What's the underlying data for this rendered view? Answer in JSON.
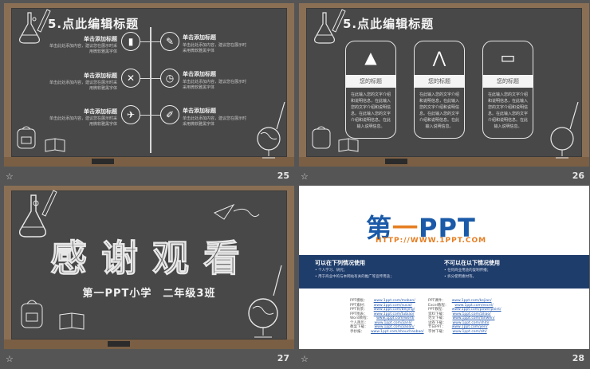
{
  "slides": [
    {
      "number": "25",
      "title": "5.点此编辑标题",
      "items": [
        {
          "heading": "单击添加标题",
          "desc": "单击此处添加内容，建议您在展示时采用微软雅黑字体"
        },
        {
          "heading": "单击添加标题",
          "desc": "单击此处添加内容，建议您在展示时采用微软雅黑字体"
        },
        {
          "heading": "单击添加标题",
          "desc": "单击此处添加内容，建议您在展示时采用微软雅黑字体"
        },
        {
          "heading": "单击添加标题",
          "desc": "单击此处添加内容，建议您在展示时采用微软雅黑字体"
        },
        {
          "heading": "单击添加标题",
          "desc": "单击此处添加内容，建议您在展示时采用微软雅黑字体"
        },
        {
          "heading": "单击添加标题",
          "desc": "单击此处添加内容，建议您在展示时采用微软雅黑字体"
        }
      ],
      "left_text": [
        "单击此处添加内容",
        "单击此处添加内容",
        "单击此处添加内容"
      ]
    },
    {
      "number": "26",
      "title": "5.点此编辑标题",
      "cards": [
        {
          "label": "您的标题",
          "body": "在此输入您的文字介绍和说明信息，在此输入您的文字介绍和说明信息。在此输入您的文字介绍和说明信息。在此输入说明信息。"
        },
        {
          "label": "您的标题",
          "body": "在此输入您的文字介绍和说明信息，在此输入您的文字介绍和说明信息。在此输入您的文字介绍和说明信息。在此输入说明信息。"
        },
        {
          "label": "您的标题",
          "body": "在此输入您的文字介绍和说明信息，在此输入您的文字介绍和说明信息。在此输入您的文字介绍和说明信息。在此输入说明信息。"
        }
      ]
    },
    {
      "number": "27",
      "thanks": "感谢观看",
      "subtitle": "第一PPT小学　二年级3班"
    },
    {
      "number": "28",
      "logo_main": "第",
      "logo_dash": "一",
      "logo_ppt": "PPT",
      "logo_url": "HTTP://WWW.1PPT.COM",
      "allowed_title": "可以在下列情况使用",
      "allowed_lines": [
        "• 个人学习、研究；",
        "• 用于商业中的与本网站有关的推广等宣传用途；"
      ],
      "forbidden_title": "不可以在以下情况使用",
      "forbidden_lines": [
        "• 任何商业用途的复制传播；",
        "• 拆分使用素材等。"
      ],
      "links_left": [
        [
          "PPT模板：",
          "www.1ppt.com/moban/"
        ],
        [
          "PPT素材：",
          "www.1ppt.com/sucai/"
        ],
        [
          "PPT背景：",
          "www.1ppt.com/beijing/"
        ],
        [
          "PPT图表：",
          "www.1ppt.com/tubiao/"
        ],
        [
          "Word教程：",
          "www.1ppt.com/word/"
        ],
        [
          "个人简历：",
          "www.1ppt.com/jianli/"
        ],
        [
          "教案下载：",
          "www.1ppt.com/jiaoan/"
        ],
        [
          "手抄报：",
          "www.1ppt.com/shouchaobao/"
        ]
      ],
      "links_right": [
        [
          "PPT课件：",
          "www.1ppt.com/kejian/"
        ],
        [
          "Excel教程：",
          "www.1ppt.com/excel/"
        ],
        [
          "PPT教程：",
          "www.1ppt.com/powerpoint/"
        ],
        [
          "资料下载：",
          "www.1ppt.com/ziliao/"
        ],
        [
          "范文下载：",
          "www.1ppt.com/fanwen/"
        ],
        [
          "试卷下载：",
          "www.1ppt.com/shiti/"
        ],
        [
          "节日PPT：",
          "www.1ppt.com/jieri/"
        ],
        [
          "字体下载：",
          "www.1ppt.com/ziti/"
        ]
      ]
    }
  ],
  "star_glyph": "☆"
}
